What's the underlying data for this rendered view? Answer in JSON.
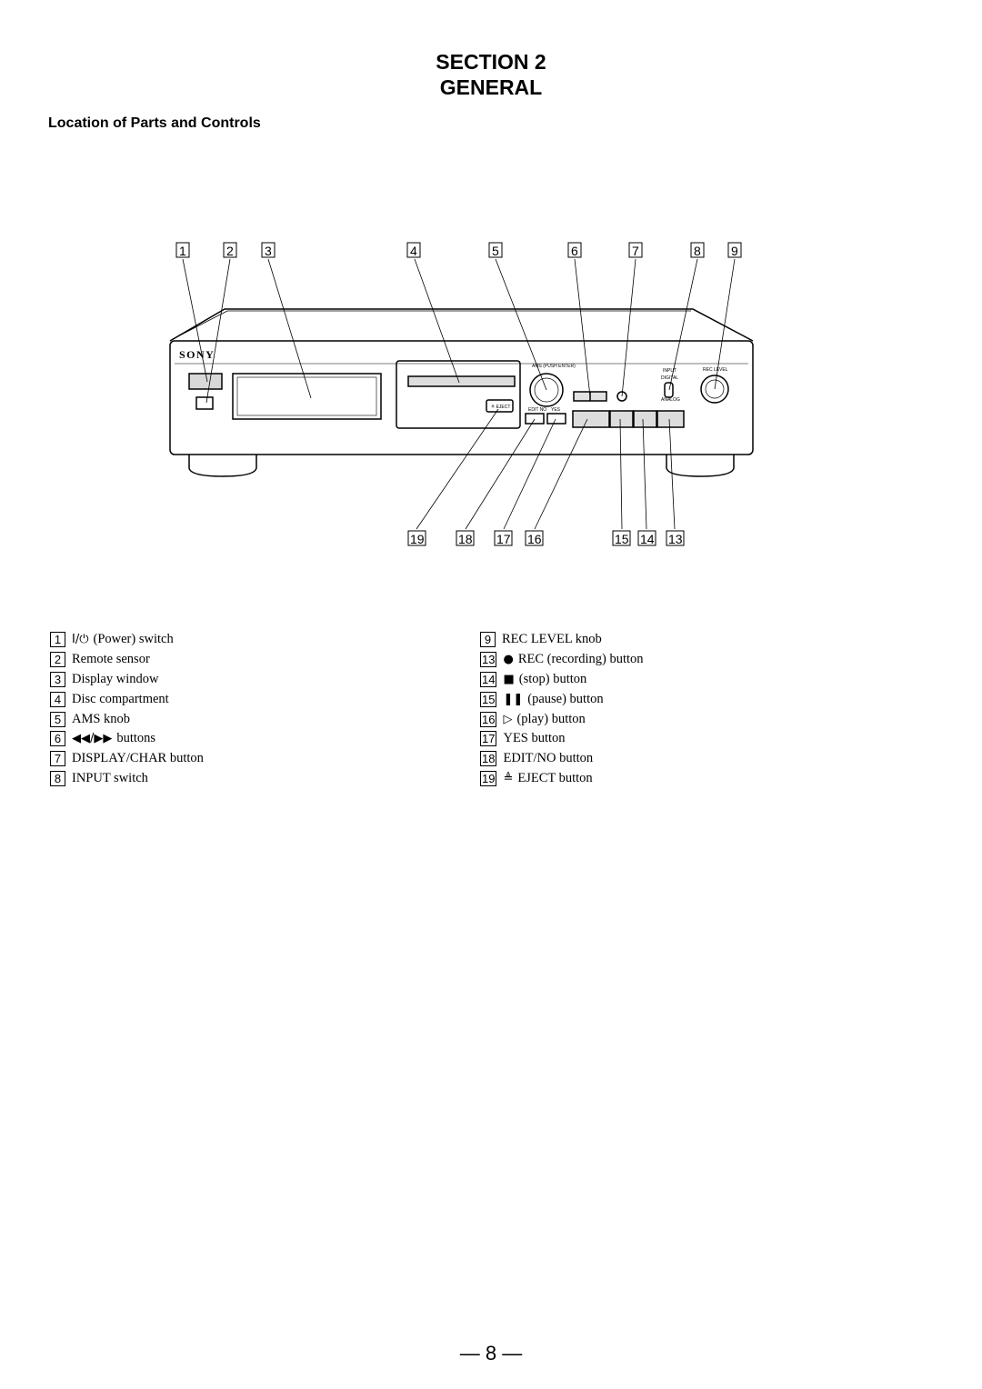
{
  "header": {
    "line1": "SECTION  2",
    "line2": "GENERAL"
  },
  "subheading": "Location of Parts and Controls",
  "device": {
    "brand": "SONY",
    "ams_label": "AMS (PUSH ENTER)",
    "input_label": "INPUT",
    "input_options": [
      "DIGITAL",
      "ANALOG"
    ],
    "rec_level_label": "REC LEVEL",
    "eject_label": "≜ EJECT",
    "edit_no_label": "EDIT NO",
    "yes_label": "YES"
  },
  "callouts": {
    "top": [
      "1",
      "2",
      "3",
      "4",
      "5",
      "6",
      "7",
      "8",
      "9"
    ],
    "bottom": [
      "19",
      "18",
      "17",
      "16",
      "15",
      "14",
      "13"
    ]
  },
  "legend_left": [
    {
      "num": "1",
      "symbol": "I/⏻",
      "text": "(Power) switch"
    },
    {
      "num": "2",
      "symbol": "",
      "text": "Remote sensor"
    },
    {
      "num": "3",
      "symbol": "",
      "text": "Display window"
    },
    {
      "num": "4",
      "symbol": "",
      "text": "Disc compartment"
    },
    {
      "num": "5",
      "symbol": "",
      "text": "AMS knob"
    },
    {
      "num": "6",
      "symbol": "◀◀/▶▶",
      "text": "buttons"
    },
    {
      "num": "7",
      "symbol": "",
      "text": "DISPLAY/CHAR button"
    },
    {
      "num": "8",
      "symbol": "",
      "text": "INPUT switch"
    }
  ],
  "legend_right": [
    {
      "num": "9",
      "symbol": "",
      "text": "REC LEVEL knob"
    },
    {
      "num": "13",
      "symbol": "●",
      "text": "REC (recording) button"
    },
    {
      "num": "14",
      "symbol": "■",
      "text": "(stop) button"
    },
    {
      "num": "15",
      "symbol": "❚❚",
      "text": "(pause) button"
    },
    {
      "num": "16",
      "symbol": "▷",
      "text": "(play) button"
    },
    {
      "num": "17",
      "symbol": "",
      "text": "YES button"
    },
    {
      "num": "18",
      "symbol": "",
      "text": "EDIT/NO button"
    },
    {
      "num": "19",
      "symbol": "≜",
      "text": "EJECT button"
    }
  ],
  "page_number": "— 8 —"
}
